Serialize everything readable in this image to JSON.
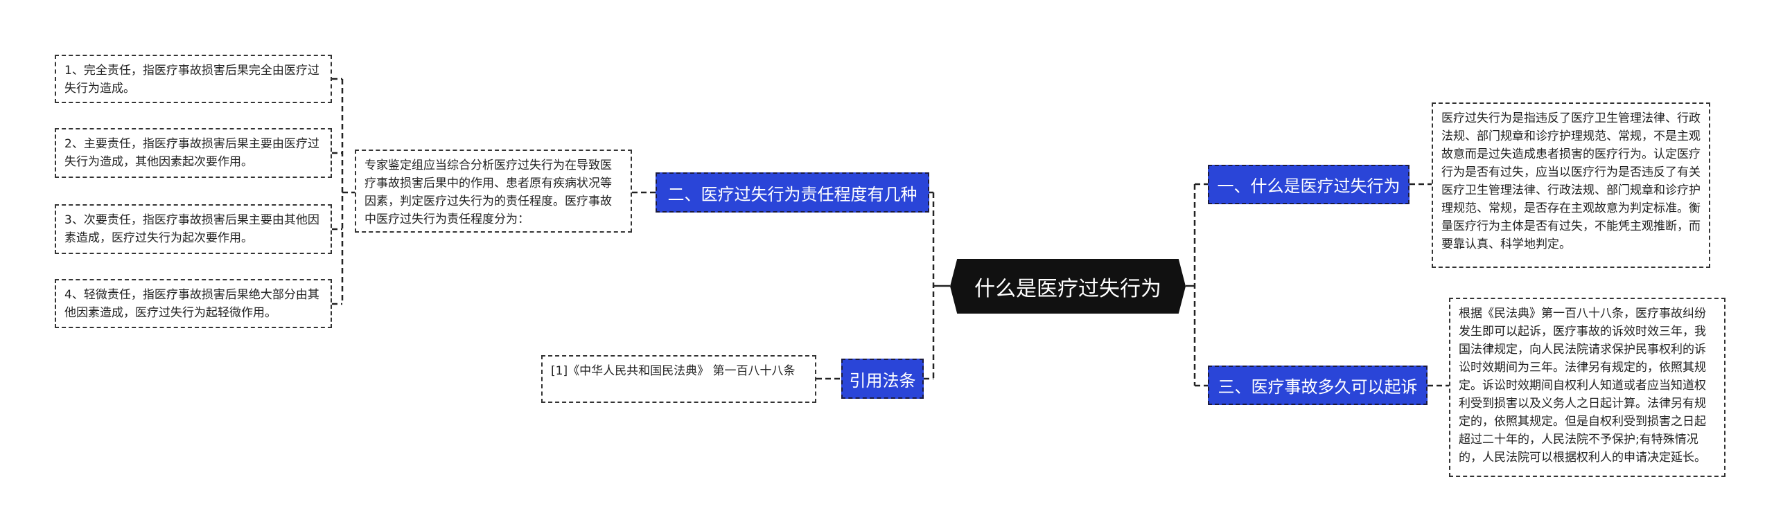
{
  "center": {
    "label": "什么是医疗过失行为"
  },
  "branches": {
    "one": {
      "label": "一、什么是医疗过失行为",
      "detail": "医疗过失行为是指违反了医疗卫生管理法律、行政法规、部门规章和诊疗护理规范、常规，不是主观故意而是过失造成患者损害的医疗行为。认定医疗行为是否有过失，应当以医疗行为是否违反了有关医疗卫生管理法律、行政法规、部门规章和诊疗护理规范、常规，是否存在主观故意为判定标准。衡量医疗行为主体是否有过失，不能凭主观推断，而要靠认真、科学地判定。"
    },
    "three": {
      "label": "三、医疗事故多久可以起诉",
      "detail": "根据《民法典》第一百八十八条，医疗事故纠纷发生即可以起诉，医疗事故的诉效时效三年，我国法律规定，向人民法院请求保护民事权利的诉讼时效期间为三年。法律另有规定的，依照其规定。诉讼时效期间自权利人知道或者应当知道权利受到损害以及义务人之日起计算。法律另有规定的，依照其规定。但是自权利受到损害之日起超过二十年的，人民法院不予保护;有特殊情况的，人民法院可以根据权利人的申请决定延长。"
    },
    "two": {
      "label": "二、医疗过失行为责任程度有几种",
      "detail": "专家鉴定组应当综合分析医疗过失行为在导致医疗事故损害后果中的作用、患者原有疾病状况等因素，判定医疗过失行为的责任程度。医疗事故中医疗过失行为责任程度分为：",
      "items": [
        "1、完全责任，指医疗事故损害后果完全由医疗过失行为造成。",
        "2、主要责任，指医疗事故损害后果主要由医疗过失行为造成，其他因素起次要作用。",
        "3、次要责任，指医疗事故损害后果主要由其他因素造成，医疗过失行为起次要作用。",
        "4、轻微责任，指医疗事故损害后果绝大部分由其他因素造成，医疗过失行为起轻微作用。"
      ]
    },
    "law": {
      "label": "引用法条",
      "detail": "[1]《中华人民共和国民法典》 第一百八十八条"
    }
  },
  "colors": {
    "node": "#2a45d8",
    "center": "#111111"
  }
}
